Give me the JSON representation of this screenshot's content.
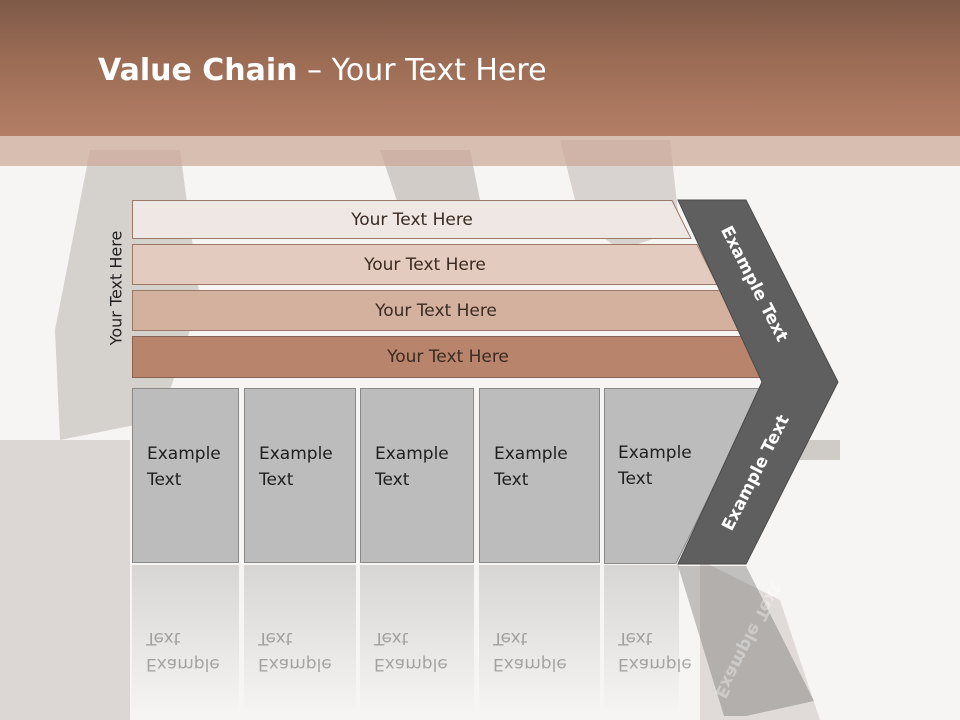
{
  "title": {
    "bold": "Value Chain",
    "rest": " – Your Text Here"
  },
  "side_label": "Your Text Here",
  "rows": [
    {
      "label": "Your Text Here",
      "color": "#efe7e3"
    },
    {
      "label": "Your Text Here",
      "color": "#e3cbbf"
    },
    {
      "label": "Your Text Here",
      "color": "#d4b19f"
    },
    {
      "label": "Your Text Here",
      "color": "#b9846c"
    }
  ],
  "boxes": [
    {
      "text": "Example\nText"
    },
    {
      "text": "Example\nText"
    },
    {
      "text": "Example\nText"
    },
    {
      "text": "Example\nText"
    },
    {
      "text": "Example\nText"
    }
  ],
  "chevron": {
    "top_label": "Example Text",
    "bottom_label": "Example Text",
    "color": "#5f5f5f"
  },
  "colors": {
    "header": "#a9755e",
    "box": "#bcbcbc"
  }
}
